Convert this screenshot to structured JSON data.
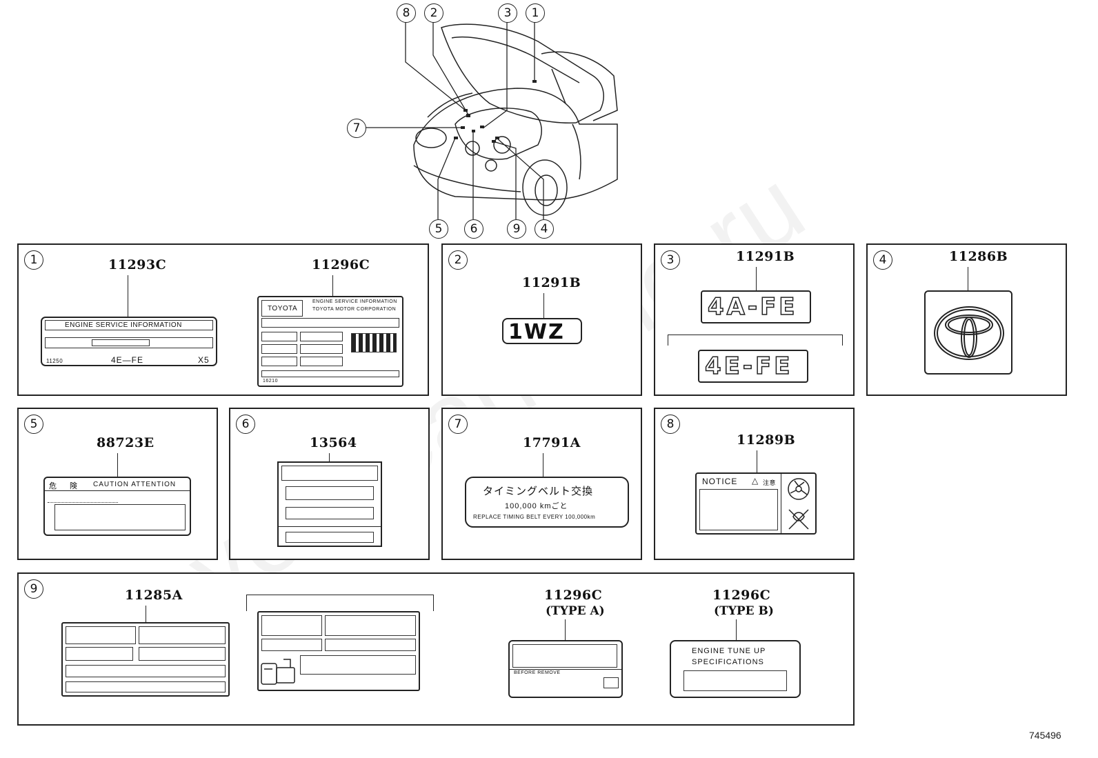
{
  "watermark": "ToyotaCarMine.ru",
  "diagram_code": "745496",
  "overview_callouts": [
    "8",
    "2",
    "3",
    "1",
    "7",
    "5",
    "6",
    "9",
    "4"
  ],
  "panels": {
    "p1": {
      "num": "1",
      "parts": [
        "11293C",
        "11296C"
      ],
      "esi_title": "ENGINE  SERVICE  INFORMATION",
      "esi_code": "11250",
      "esi_engine": "4E—FE",
      "esi_suffix": "X5",
      "toyota": "TOYOTA",
      "esi2_line1": "ENGINE SERVICE INFORMATION",
      "esi2_line2": "TOYOTA MOTOR CORPORATION",
      "esi2_code": "16210"
    },
    "p2": {
      "num": "2",
      "part": "11291B",
      "badge": "1WZ"
    },
    "p3": {
      "num": "3",
      "part": "11291B",
      "badge1": "4A-FE",
      "badge2": "4E-FE"
    },
    "p4": {
      "num": "4",
      "part": "11286B"
    },
    "p5": {
      "num": "5",
      "part": "88723E",
      "kanji1": "危",
      "kanji2": "険",
      "caution": "CAUTION ATTENTION"
    },
    "p6": {
      "num": "6",
      "part": "13564"
    },
    "p7": {
      "num": "7",
      "part": "17791A",
      "jp": "タイミングベルト交換",
      "km": "100,000   kmごと",
      "replace": "REPLACE TIMING BELT EVERY 100,000km"
    },
    "p8": {
      "num": "8",
      "part": "11289B",
      "notice": "NOTICE",
      "chuui": "注意"
    },
    "p9": {
      "num": "9",
      "part_a": "11285A",
      "part_b": "11296C",
      "type_a": "(TYPE A)",
      "part_c": "11296C",
      "type_b": "(TYPE B)",
      "before_remove": "BEFORE REMOVE",
      "tune1": "ENGINE TUNE UP",
      "tune2": "SPECIFICATIONS"
    }
  }
}
